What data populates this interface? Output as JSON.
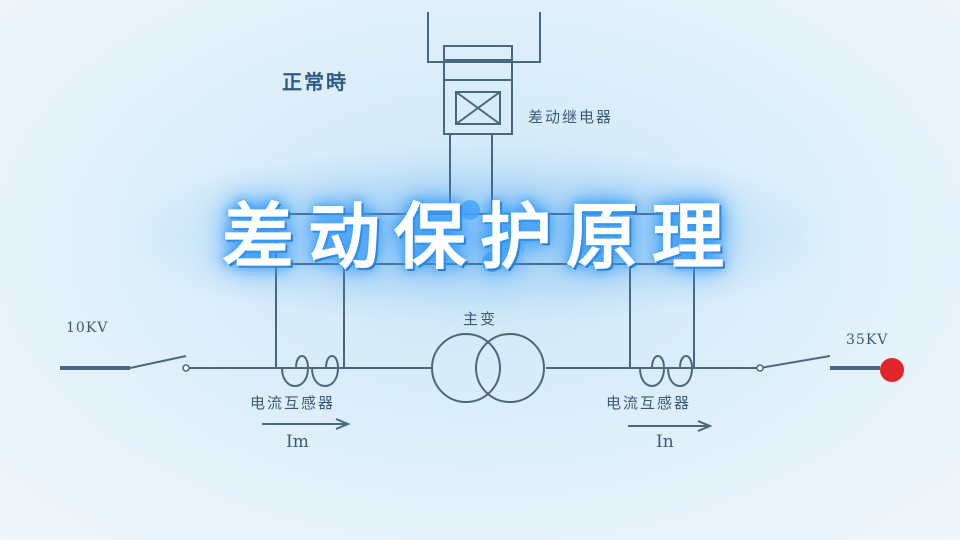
{
  "title": "差动保护原理",
  "labels": {
    "normal_state": "正常時",
    "differential_relay": "差动继电器",
    "main_transformer": "主变",
    "ct_left": "电流互感器",
    "ct_right": "电流互感器",
    "voltage_left": "10KV",
    "voltage_right": "35KV",
    "current_left": "Im",
    "current_right": "In"
  },
  "colors": {
    "line": "#4a6780",
    "title_glow": "#3aa0ff",
    "terminal_dot": "#e0262b",
    "node_dot": "#4aa8ff"
  }
}
